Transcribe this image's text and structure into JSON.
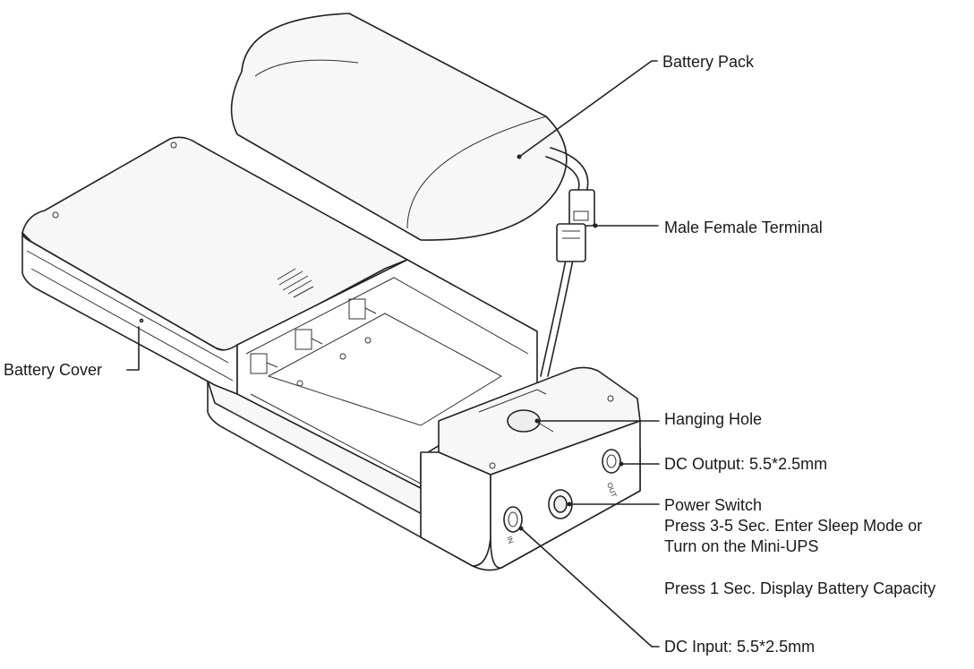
{
  "labels": {
    "battery_pack": "Battery Pack",
    "male_female_terminal": "Male Female Terminal",
    "battery_cover": "Battery Cover",
    "hanging_hole": "Hanging Hole",
    "dc_output": "DC Output: 5.5*2.5mm",
    "power_switch": "Power Switch",
    "power_switch_note_1": "Press 3-5 Sec. Enter Sleep Mode or",
    "power_switch_note_2": "Turn on the Mini-UPS",
    "power_switch_note_3": "Press 1 Sec. Display Battery Capacity",
    "dc_input": "DC Input: 5.5*2.5mm"
  },
  "port_marks": {
    "out": "OUT",
    "in": "IN"
  }
}
